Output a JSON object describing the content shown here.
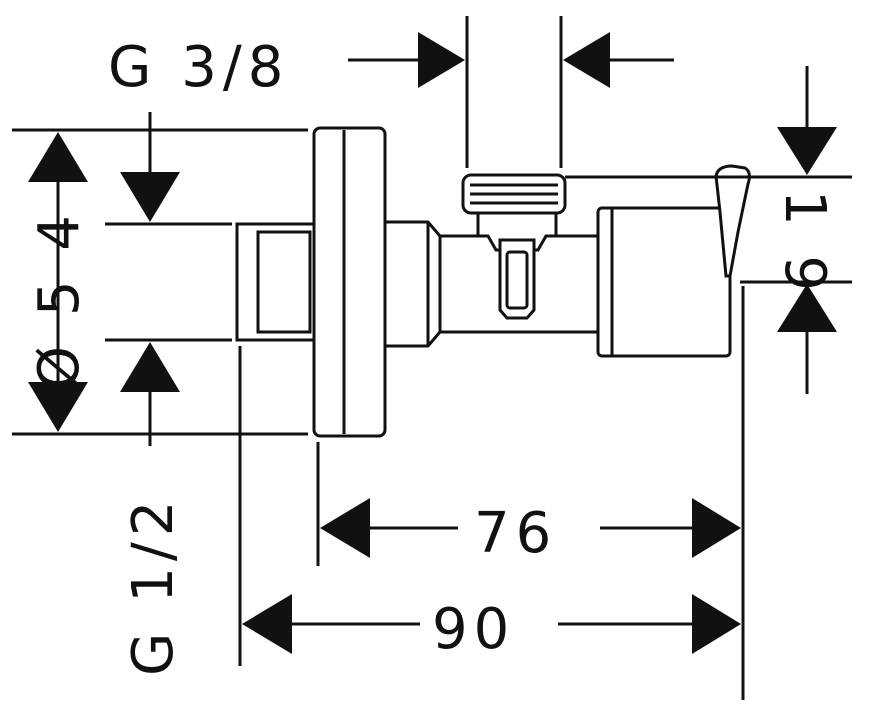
{
  "dimensions": {
    "outlet_thread": "G 3/8",
    "inlet_thread": "G 1/2",
    "rosette_diameter": "Ø 5 4",
    "width_76": "76",
    "width_90": "90",
    "height_19": "1 9"
  },
  "colors": {
    "line": "#111111",
    "background": "#ffffff"
  }
}
